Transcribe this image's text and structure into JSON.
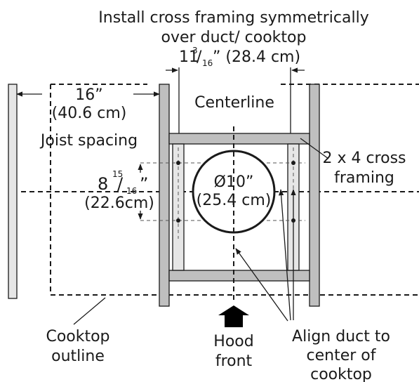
{
  "title": {
    "line1": "Install cross framing symmetrically",
    "line2": "over duct/ cooktop"
  },
  "width_dimension": {
    "whole": "11",
    "num": "3",
    "slash": "/",
    "den": "16",
    "suffix": "” (28.4 cm)"
  },
  "joist_dimension": {
    "imperial": "16”",
    "metric": "(40.6 cm)"
  },
  "labels": {
    "joist_spacing": "Joist spacing",
    "centerline": "Centerline",
    "cross_framing_line1": "2 x 4 cross",
    "cross_framing_line2": "framing",
    "cooktop_line1": "Cooktop",
    "cooktop_line2": "outline",
    "hood_line1": "Hood",
    "hood_line2": "front",
    "align_line1": "Align duct to",
    "align_line2": "center of",
    "align_line3": "cooktop"
  },
  "height_dimension": {
    "whole": "8",
    "num": "15",
    "slash": "/",
    "den": "16",
    "suffix": "”",
    "metric": "(22.6cm)"
  },
  "duct": {
    "diameter": "Ø10”",
    "metric": "(25.4 cm)"
  }
}
